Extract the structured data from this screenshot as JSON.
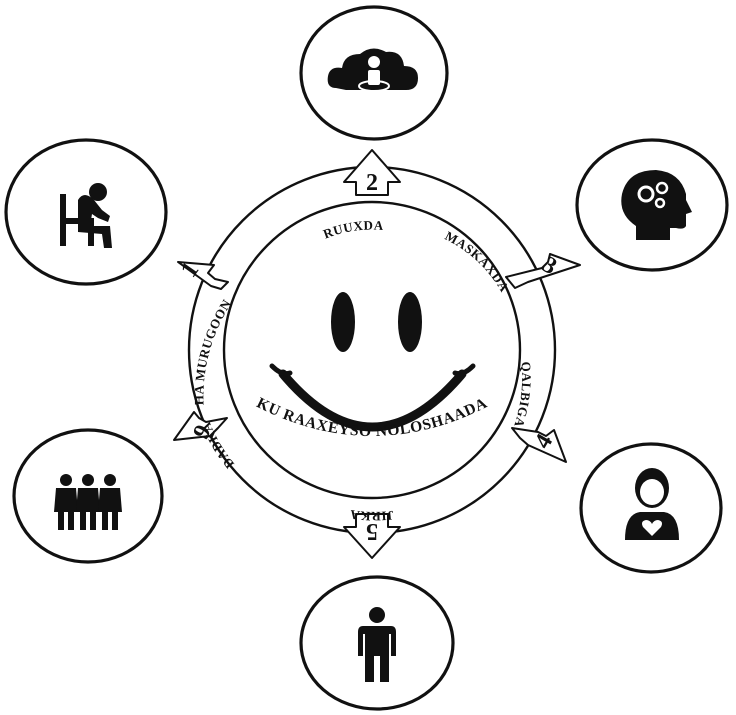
{
  "center": {
    "label": "KU RAAXEYSO NOLOSHAADA"
  },
  "dimensions": [
    {
      "number": "1",
      "label": "HA MURUGOON",
      "icon": "person-sitting-sad-icon"
    },
    {
      "number": "2",
      "label": "RUUXDA",
      "icon": "spiritual-person-cloud-icon"
    },
    {
      "number": "3",
      "label": "MASKAXDA",
      "icon": "brain-gears-head-icon"
    },
    {
      "number": "4",
      "label": "QALBIGA",
      "icon": "person-heart-icon"
    },
    {
      "number": "5",
      "label": "JIRKA",
      "icon": "standing-person-icon"
    },
    {
      "number": "6",
      "label": "DADKA",
      "icon": "group-of-people-icon"
    }
  ],
  "colors": {
    "ink": "#111111",
    "background": "#ffffff"
  }
}
